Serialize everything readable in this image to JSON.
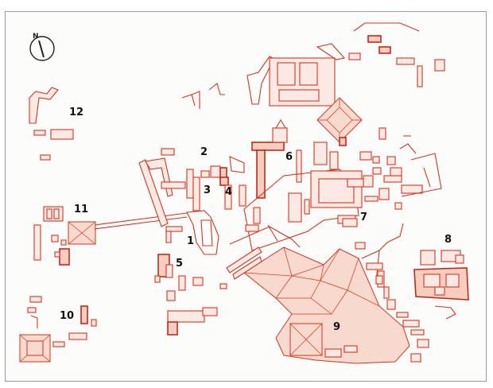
{
  "compass": {
    "letter": "N",
    "icon": "north-arrow-icon"
  },
  "labels": [
    "1",
    "2",
    "3",
    "4",
    "5",
    "6",
    "7",
    "8",
    "9",
    "10",
    "11",
    "12"
  ],
  "colors": {
    "structure_stroke": "#d9341f",
    "structure_fill": "#fbe9e3",
    "background": "#fcfcfa"
  }
}
